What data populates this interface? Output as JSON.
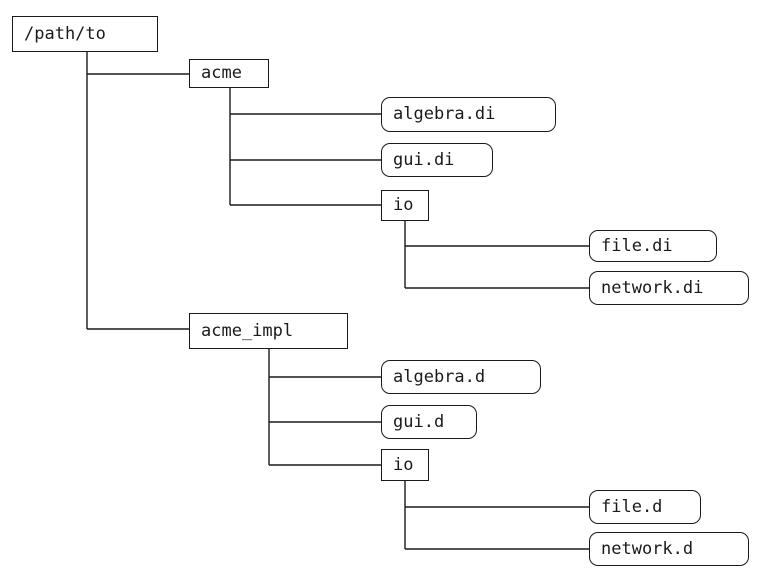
{
  "tree": {
    "root": "/path/to",
    "acme": {
      "label": "acme",
      "algebra": "algebra.di",
      "gui": "gui.di",
      "io": {
        "label": "io",
        "file": "file.di",
        "network": "network.di"
      }
    },
    "acme_impl": {
      "label": "acme_impl",
      "algebra": "algebra.d",
      "gui": "gui.d",
      "io": {
        "label": "io",
        "file": "file.d",
        "network": "network.d"
      }
    }
  }
}
